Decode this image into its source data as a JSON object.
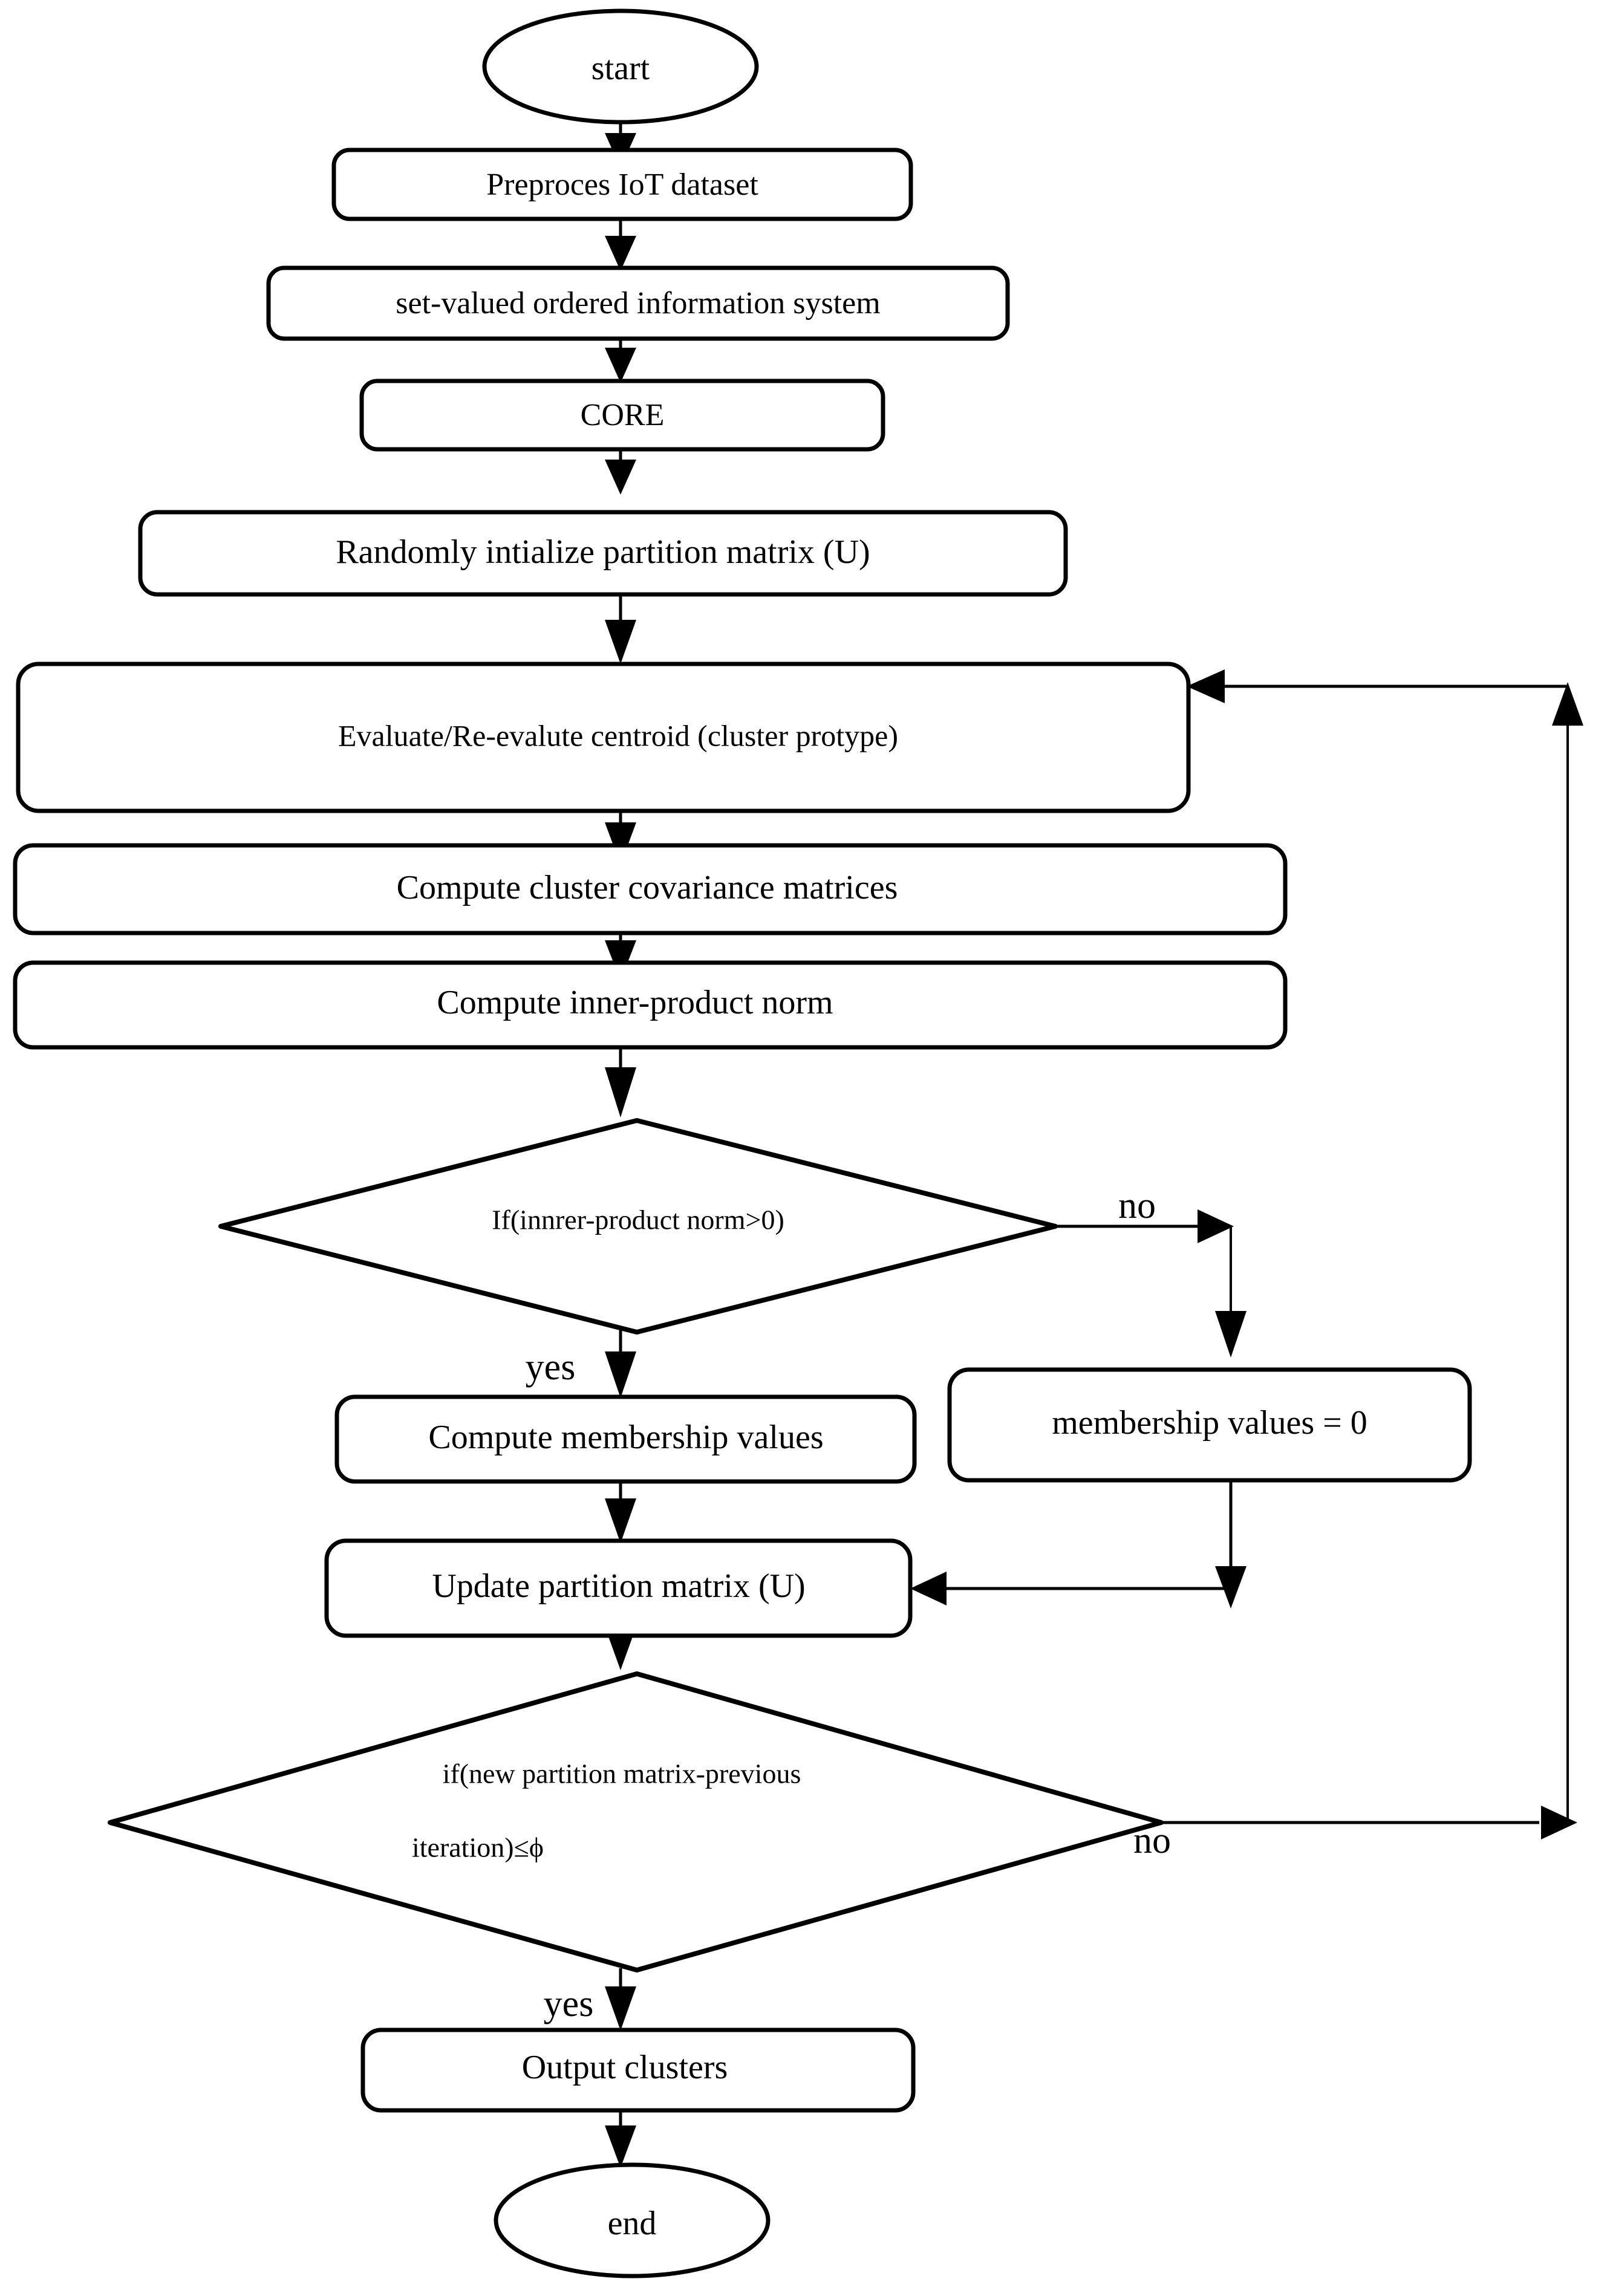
{
  "diagram": {
    "type": "flowchart",
    "title": "Clustering algorithm flowchart",
    "background_color": "#ffffff",
    "line_color": "#000000",
    "nodes": [
      {
        "id": "start",
        "shape": "oval",
        "label": "start"
      },
      {
        "id": "preprocess",
        "shape": "rounded-rect",
        "label": "Preproces IoT dataset"
      },
      {
        "id": "svois",
        "shape": "rounded-rect",
        "label": "set-valued ordered information system"
      },
      {
        "id": "core",
        "shape": "rounded-rect",
        "label": "CORE"
      },
      {
        "id": "init_u",
        "shape": "rounded-rect",
        "label": "Randomly intialize partition matrix (U)"
      },
      {
        "id": "centroid",
        "shape": "rounded-rect",
        "label": "Evaluate/Re-evalute centroid (cluster protype)"
      },
      {
        "id": "covariance",
        "shape": "rounded-rect",
        "label": "Compute cluster covariance matrices"
      },
      {
        "id": "innerprod",
        "shape": "rounded-rect",
        "label": "Compute inner-product norm"
      },
      {
        "id": "decide_norm",
        "shape": "diamond",
        "label": "If(innrer-product norm>0)"
      },
      {
        "id": "compute_mv",
        "shape": "rounded-rect",
        "label": "Compute membership values"
      },
      {
        "id": "zero_mv",
        "shape": "rounded-rect",
        "label": "membership values = 0"
      },
      {
        "id": "update_u",
        "shape": "rounded-rect",
        "label": "Update partition matrix (U)"
      },
      {
        "id": "decide_conv",
        "shape": "diamond",
        "label_line1": "if(new   partition   matrix-previous",
        "label_line2": "iteration)≤ϕ"
      },
      {
        "id": "output",
        "shape": "rounded-rect",
        "label": "Output clusters"
      },
      {
        "id": "end",
        "shape": "oval",
        "label": "end"
      }
    ],
    "edge_labels": {
      "norm_no": "no",
      "norm_yes": "yes",
      "conv_no": "no",
      "conv_yes": "yes"
    },
    "edges": [
      {
        "from": "start",
        "to": "preprocess",
        "label": ""
      },
      {
        "from": "preprocess",
        "to": "svois",
        "label": ""
      },
      {
        "from": "svois",
        "to": "core",
        "label": ""
      },
      {
        "from": "core",
        "to": "init_u",
        "label": ""
      },
      {
        "from": "init_u",
        "to": "centroid",
        "label": ""
      },
      {
        "from": "centroid",
        "to": "covariance",
        "label": ""
      },
      {
        "from": "covariance",
        "to": "innerprod",
        "label": ""
      },
      {
        "from": "innerprod",
        "to": "decide_norm",
        "label": ""
      },
      {
        "from": "decide_norm",
        "to": "compute_mv",
        "label": "yes"
      },
      {
        "from": "decide_norm",
        "to": "zero_mv",
        "label": "no"
      },
      {
        "from": "compute_mv",
        "to": "update_u",
        "label": ""
      },
      {
        "from": "zero_mv",
        "to": "update_u",
        "label": ""
      },
      {
        "from": "update_u",
        "to": "decide_conv",
        "label": ""
      },
      {
        "from": "decide_conv",
        "to": "output",
        "label": "yes"
      },
      {
        "from": "decide_conv",
        "to": "centroid",
        "label": "no"
      },
      {
        "from": "output",
        "to": "end",
        "label": ""
      }
    ]
  }
}
